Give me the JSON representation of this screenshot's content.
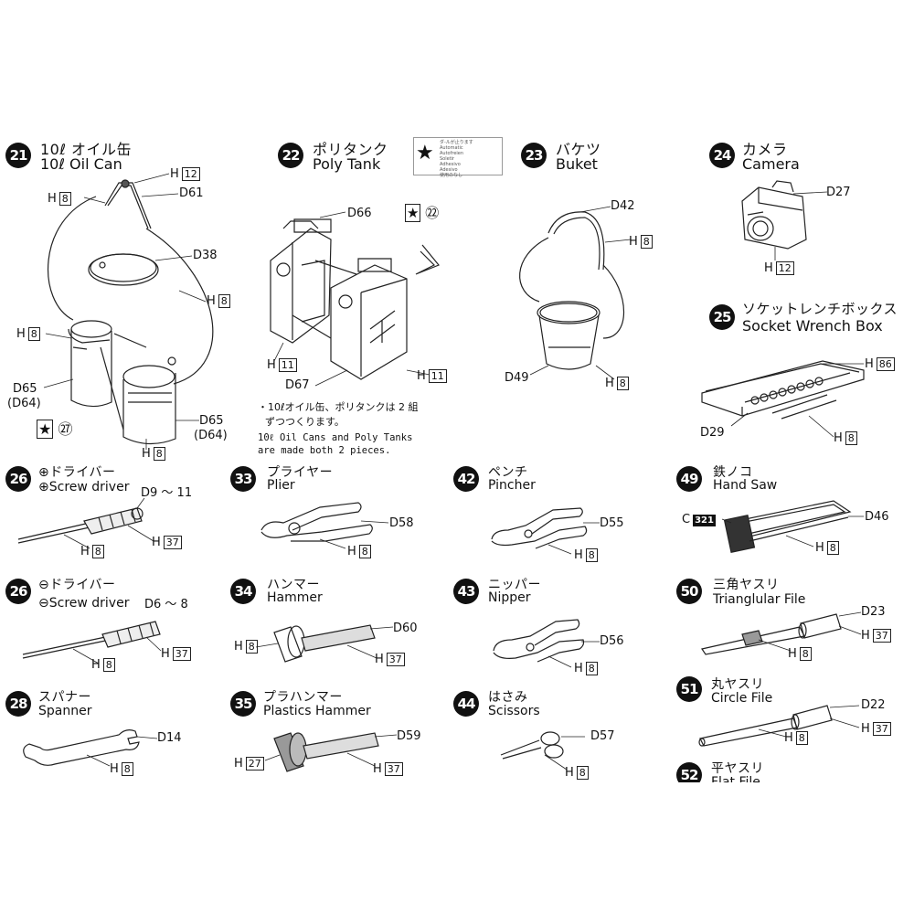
{
  "items": {
    "i21": {
      "num": "21",
      "jp": "10ℓ オイル缶",
      "en": "10ℓ Oil Can",
      "labels": {
        "h12": "H",
        "h12v": "12",
        "h8a": "H",
        "h8av": "8",
        "d61": "D61",
        "d38": "D38",
        "h8b": "H",
        "h8bv": "8",
        "h8c": "H",
        "h8cv": "8",
        "d65a": "D65",
        "d64a": "(D64)",
        "d65b": "D65",
        "d64b": "(D64)",
        "h8d": "H",
        "h8dv": "8",
        "star": "★",
        "ref27": "㉗"
      }
    },
    "i22": {
      "num": "22",
      "jp": "ポリタンク",
      "en": "Poly Tank",
      "caution": {
        "star": "★",
        "text": "ダ-ルが止ります\nAutomatic\nAutofreien\nSoletir\nAdhesivo\nAdesivo\n使用のなし"
      },
      "labels": {
        "d66": "D66",
        "star": "★",
        "ref22": "㉒",
        "h11a": "H",
        "h11av": "11",
        "d67": "D67",
        "h11b": "H",
        "h11bv": "11"
      },
      "note_jp_1": "・10ℓオイル缶、ポリタンクは 2 組",
      "note_jp_2": "ずつつくります。",
      "note_en_1": "10ℓ Oil Cans and Poly Tanks",
      "note_en_2": "are made both 2 pieces."
    },
    "i23": {
      "num": "23",
      "jp": "バケツ",
      "en": "Buket",
      "labels": {
        "d42": "D42",
        "h8a": "H",
        "h8av": "8",
        "d49": "D49",
        "h8b": "H",
        "h8bv": "8"
      }
    },
    "i24": {
      "num": "24",
      "jp": "カメラ",
      "en": "Camera",
      "labels": {
        "d27": "D27",
        "h12": "H",
        "h12v": "12"
      }
    },
    "i25": {
      "num": "25",
      "jp": "ソケットレンチボックス",
      "en": "Socket Wrench Box",
      "labels": {
        "h86": "H",
        "h86v": "86",
        "d29": "D29",
        "h8": "H",
        "h8v": "8"
      }
    },
    "i26a": {
      "num": "26",
      "jp": "⊕ドライバー",
      "en": "⊕Screw driver",
      "labels": {
        "d": "D9 ～ 11",
        "h8": "H",
        "h8v": "8",
        "h37": "H",
        "h37v": "37"
      }
    },
    "i26b": {
      "num": "26",
      "jp": "⊖ドライバー",
      "en": "⊖Screw driver",
      "labels": {
        "d": "D6 ～ 8",
        "h8": "H",
        "h8v": "8",
        "h37": "H",
        "h37v": "37"
      }
    },
    "i28": {
      "num": "28",
      "jp": "スパナー",
      "en": "Spanner",
      "labels": {
        "d14": "D14",
        "h8": "H",
        "h8v": "8"
      }
    },
    "i33": {
      "num": "33",
      "jp": "プライヤー",
      "en": "Plier",
      "labels": {
        "d58": "D58",
        "h8": "H",
        "h8v": "8"
      }
    },
    "i34": {
      "num": "34",
      "jp": "ハンマー",
      "en": "Hammer",
      "labels": {
        "d60": "D60",
        "h8": "H",
        "h8v": "8",
        "h37": "H",
        "h37v": "37"
      }
    },
    "i35": {
      "num": "35",
      "jp": "プラハンマー",
      "en": "Plastics Hammer",
      "labels": {
        "d59": "D59",
        "h27": "H",
        "h27v": "27",
        "h37": "H",
        "h37v": "37"
      }
    },
    "i42": {
      "num": "42",
      "jp": "ペンチ",
      "en": "Pincher",
      "labels": {
        "d55": "D55",
        "h8": "H",
        "h8v": "8"
      }
    },
    "i43": {
      "num": "43",
      "jp": "ニッパー",
      "en": "Nipper",
      "labels": {
        "d56": "D56",
        "h8": "H",
        "h8v": "8"
      }
    },
    "i44": {
      "num": "44",
      "jp": "はさみ",
      "en": "Scissors",
      "labels": {
        "d57": "D57",
        "h8": "H",
        "h8v": "8"
      }
    },
    "i49": {
      "num": "49",
      "jp": "鉄ノコ",
      "en": "Hand Saw",
      "labels": {
        "c": "C",
        "c321": "321",
        "d46": "D46",
        "h8": "H",
        "h8v": "8"
      }
    },
    "i50": {
      "num": "50",
      "jp": "三角ヤスリ",
      "en": "Trianglular File",
      "labels": {
        "d23": "D23",
        "h37": "H",
        "h37v": "37",
        "h8": "H",
        "h8v": "8"
      }
    },
    "i51": {
      "num": "51",
      "jp": "丸ヤスリ",
      "en": "Circle File",
      "labels": {
        "d22": "D22",
        "h37": "H",
        "h37v": "37",
        "h8": "H",
        "h8v": "8"
      }
    },
    "i52": {
      "num": "52",
      "jp": "平ヤスリ",
      "en": "Flat File"
    }
  }
}
